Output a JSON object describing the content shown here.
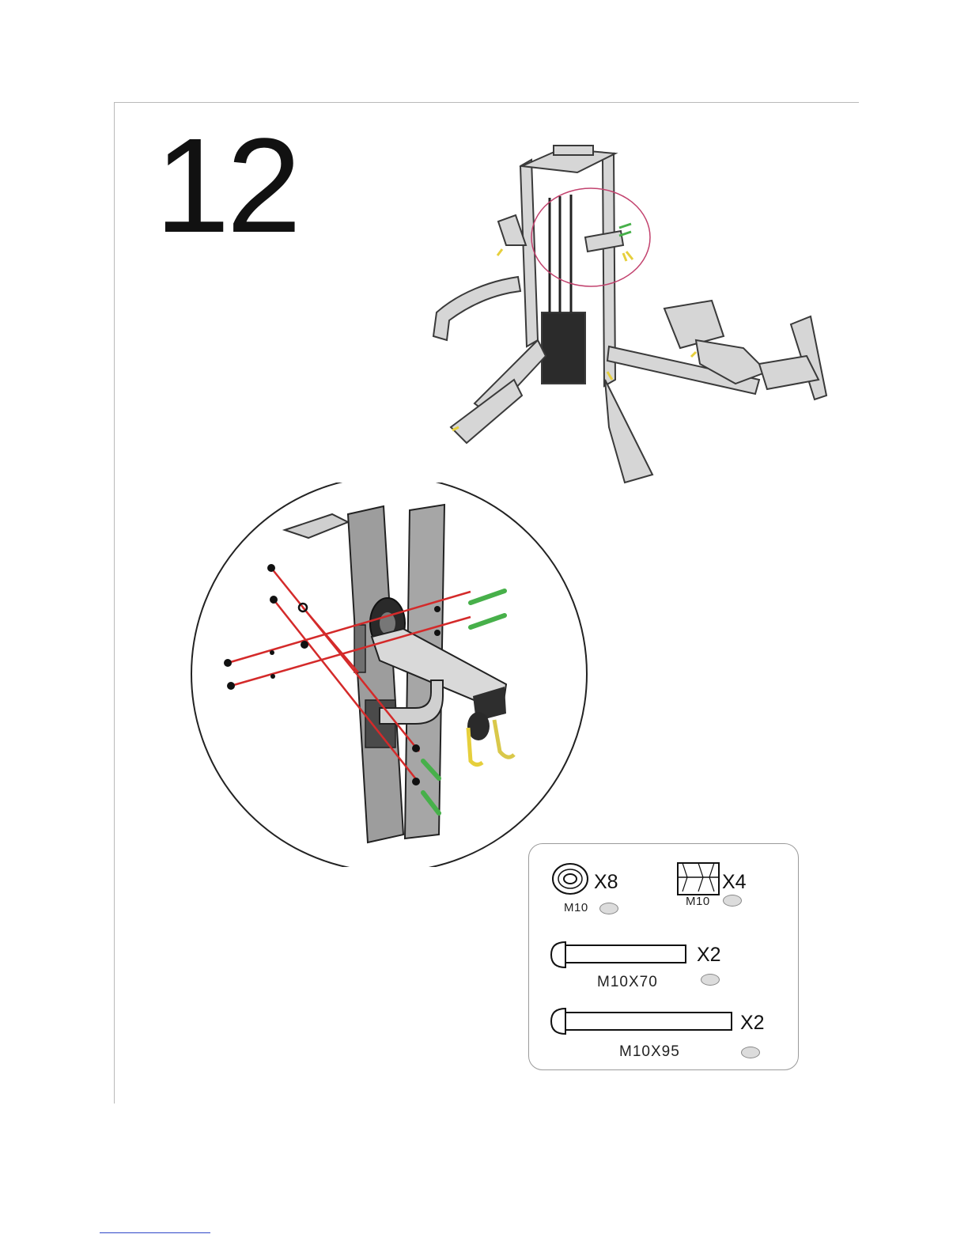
{
  "step": {
    "number": "12"
  },
  "parts": {
    "washer": {
      "qty": "X8",
      "size": "M10",
      "icon": "washer-icon"
    },
    "nut": {
      "qty": "X4",
      "size": "M10",
      "icon": "lock-nut-icon"
    },
    "bolt_short": {
      "qty": "X2",
      "size": "M10X70",
      "icon": "bolt-icon"
    },
    "bolt_long": {
      "qty": "X2",
      "size": "M10X95",
      "icon": "bolt-icon"
    }
  },
  "colors": {
    "guide_line": "#d42a2a",
    "bolt": "#47b04a",
    "handle": "#e6cf3c",
    "highlight_circle": "#c2426e",
    "frame_gray": "#9d9d9d"
  }
}
